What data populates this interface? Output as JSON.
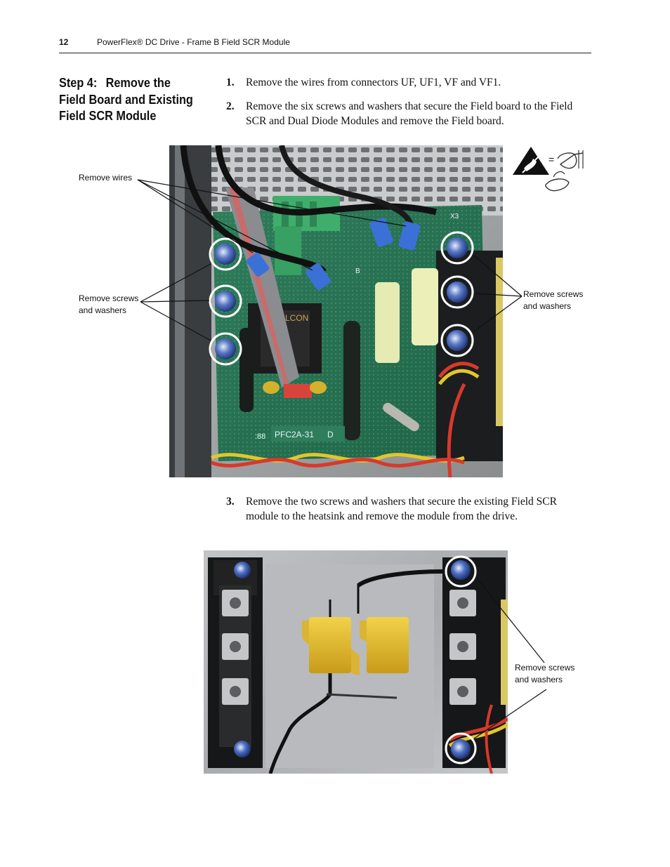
{
  "header": {
    "page_number": "12",
    "document_title": "PowerFlex® DC Drive - Frame B Field SCR Module"
  },
  "step": {
    "label": "Step 4:",
    "title": "Remove the Field Board and Existing Field SCR Module"
  },
  "instructions": [
    {
      "number": "1.",
      "text": "Remove the wires from connectors UF, UF1, VF and VF1."
    },
    {
      "number": "2.",
      "text": "Remove the six screws and washers that secure the Field board to the Field SCR and Dual Diode Modules and remove the Field board."
    },
    {
      "number": "3.",
      "text": "Remove the two screws and washers that secure the existing Field SCR module to the heatsink and remove the module from the drive."
    }
  ],
  "figure1": {
    "callouts": {
      "remove_wires": "Remove wires",
      "remove_screws_left": [
        "Remove screws",
        "and washers"
      ],
      "remove_screws_right": [
        "Remove screws",
        "and washers"
      ]
    },
    "board_text": {
      "part_number": "PFC2A-31",
      "revision": "D",
      "serial_prefix": ":88",
      "brand": "LCON",
      "connector_x3": "X3",
      "connector_b": "B"
    },
    "esd_symbol_equals": "="
  },
  "figure2": {
    "callouts": {
      "remove_screws": [
        "Remove screws",
        "and washers"
      ]
    }
  }
}
